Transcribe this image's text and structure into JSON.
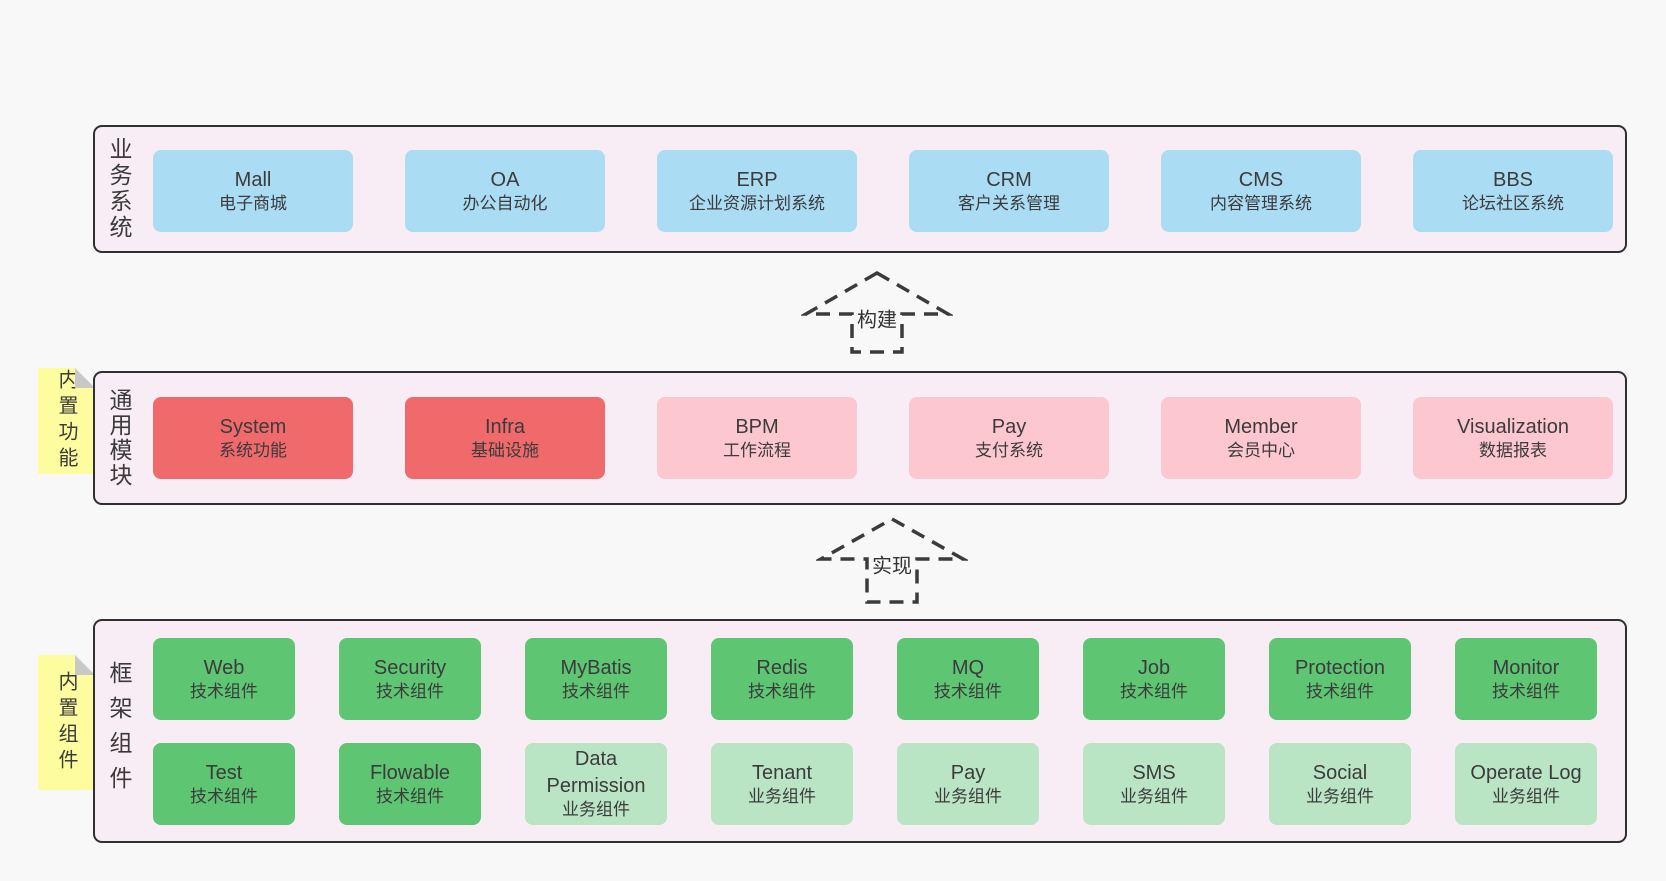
{
  "sections": [
    {
      "label": "业务系统",
      "boxes": [
        {
          "title": "Mall",
          "subtitle": "电子商城"
        },
        {
          "title": "OA",
          "subtitle": "办公自动化"
        },
        {
          "title": "ERP",
          "subtitle": "企业资源计划系统"
        },
        {
          "title": "CRM",
          "subtitle": "客户关系管理"
        },
        {
          "title": "CMS",
          "subtitle": "内容管理系统"
        },
        {
          "title": "BBS",
          "subtitle": "论坛社区系统"
        }
      ]
    },
    {
      "label": "通用模块",
      "sticky": "内置功能",
      "boxes": [
        {
          "title": "System",
          "subtitle": "系统功能"
        },
        {
          "title": "Infra",
          "subtitle": "基础设施"
        },
        {
          "title": "BPM",
          "subtitle": "工作流程"
        },
        {
          "title": "Pay",
          "subtitle": "支付系统"
        },
        {
          "title": "Member",
          "subtitle": "会员中心"
        },
        {
          "title": "Visualization",
          "subtitle": "数据报表"
        }
      ]
    },
    {
      "label": "框架组件",
      "sticky": "内置组件",
      "boxes": [
        {
          "title": "Web",
          "subtitle": "技术组件"
        },
        {
          "title": "Security",
          "subtitle": "技术组件"
        },
        {
          "title": "MyBatis",
          "subtitle": "技术组件"
        },
        {
          "title": "Redis",
          "subtitle": "技术组件"
        },
        {
          "title": "MQ",
          "subtitle": "技术组件"
        },
        {
          "title": "Job",
          "subtitle": "技术组件"
        },
        {
          "title": "Protection",
          "subtitle": "技术组件"
        },
        {
          "title": "Monitor",
          "subtitle": "技术组件"
        },
        {
          "title": "Test",
          "subtitle": "技术组件"
        },
        {
          "title": "Flowable",
          "subtitle": "技术组件"
        },
        {
          "title": "Data Permission",
          "subtitle": "业务组件"
        },
        {
          "title": "Tenant",
          "subtitle": "业务组件"
        },
        {
          "title": "Pay",
          "subtitle": "业务组件"
        },
        {
          "title": "SMS",
          "subtitle": "业务组件"
        },
        {
          "title": "Social",
          "subtitle": "业务组件"
        },
        {
          "title": "Operate Log",
          "subtitle": "业务组件"
        }
      ]
    }
  ],
  "arrows": [
    {
      "label": "构建"
    },
    {
      "label": "实现"
    }
  ],
  "colors": {
    "page_bg": "#f8f8f8",
    "panel_bg": "#f8ecf5",
    "panel_border": "#303030",
    "blue": "#aadcf4",
    "red": "#f0696b",
    "pink": "#fcc7cf",
    "green": "#5ec573",
    "light_green": "#bae5c4",
    "sticky_yellow": "#fdfc9f",
    "text": "#3b3b3b"
  }
}
